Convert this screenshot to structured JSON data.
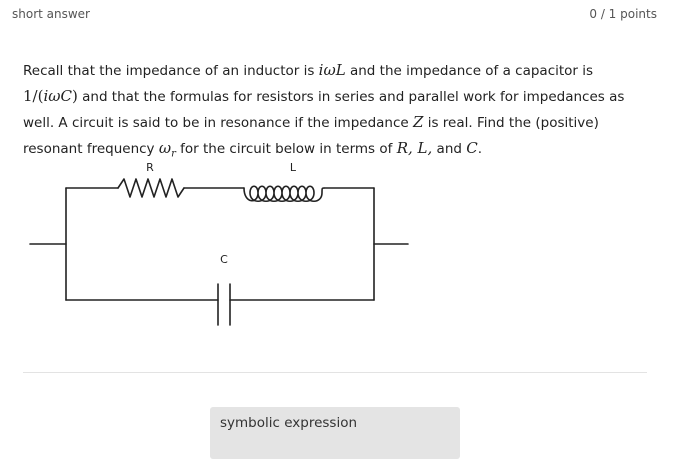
{
  "header": {
    "question_type": "short answer",
    "points": "0 / 1 points"
  },
  "question": {
    "p1": "Recall that the impedance of an inductor is ",
    "m1": "iωL",
    "p2": " and the impedance of a capacitor is",
    "m2a": "1/(",
    "m2b": "iωC",
    "m2c": ")",
    "p3": " and that the formulas for resistors in series and parallel work for impedances as well. A circuit is said to be in resonance if the impedance ",
    "m3": "Z",
    "p4": " is real. Find the (positive) resonant frequency ",
    "m4": "ω",
    "m4sub": "r",
    "p5": " for the circuit below in terms of ",
    "m5": "R, L,",
    "p6": " and ",
    "m6": "C",
    "p7": "."
  },
  "circuit": {
    "resistor_label": "R",
    "inductor_label": "L",
    "capacitor_label": "C"
  },
  "answer": {
    "placeholder": "symbolic expression"
  }
}
